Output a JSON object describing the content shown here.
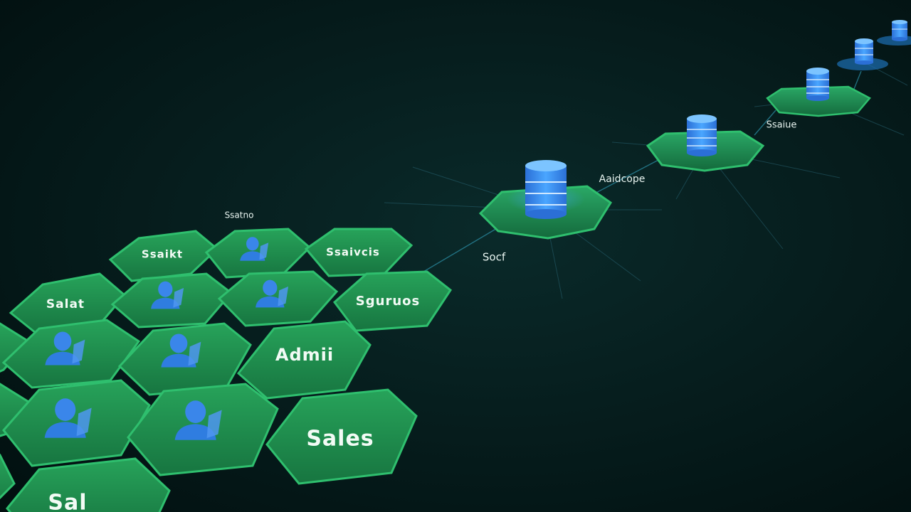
{
  "colors": {
    "background": "#04191a",
    "tile_fill": "#1f8f4c",
    "tile_fill_dark": "#156b38",
    "tile_edge": "#2fbf6e",
    "user_icon": "#2f7de0",
    "database_icon": "#3a8ee8",
    "link": "#2a8aa0"
  },
  "tile_labels": {
    "top_left": "Ssaikt",
    "top_middle_caption": "Ssatno",
    "top_right": "Ssaivcis",
    "left_mid": "Salat",
    "right_mid": "Sguruos",
    "admin": "Admii",
    "sales": "Sales",
    "bottom": "Sal"
  },
  "node_labels": {
    "connector": "Socf",
    "database_1": "Aaidcope",
    "database_2": "Ssaiue"
  },
  "icons": {
    "user": "user-icon",
    "database": "database-icon"
  }
}
